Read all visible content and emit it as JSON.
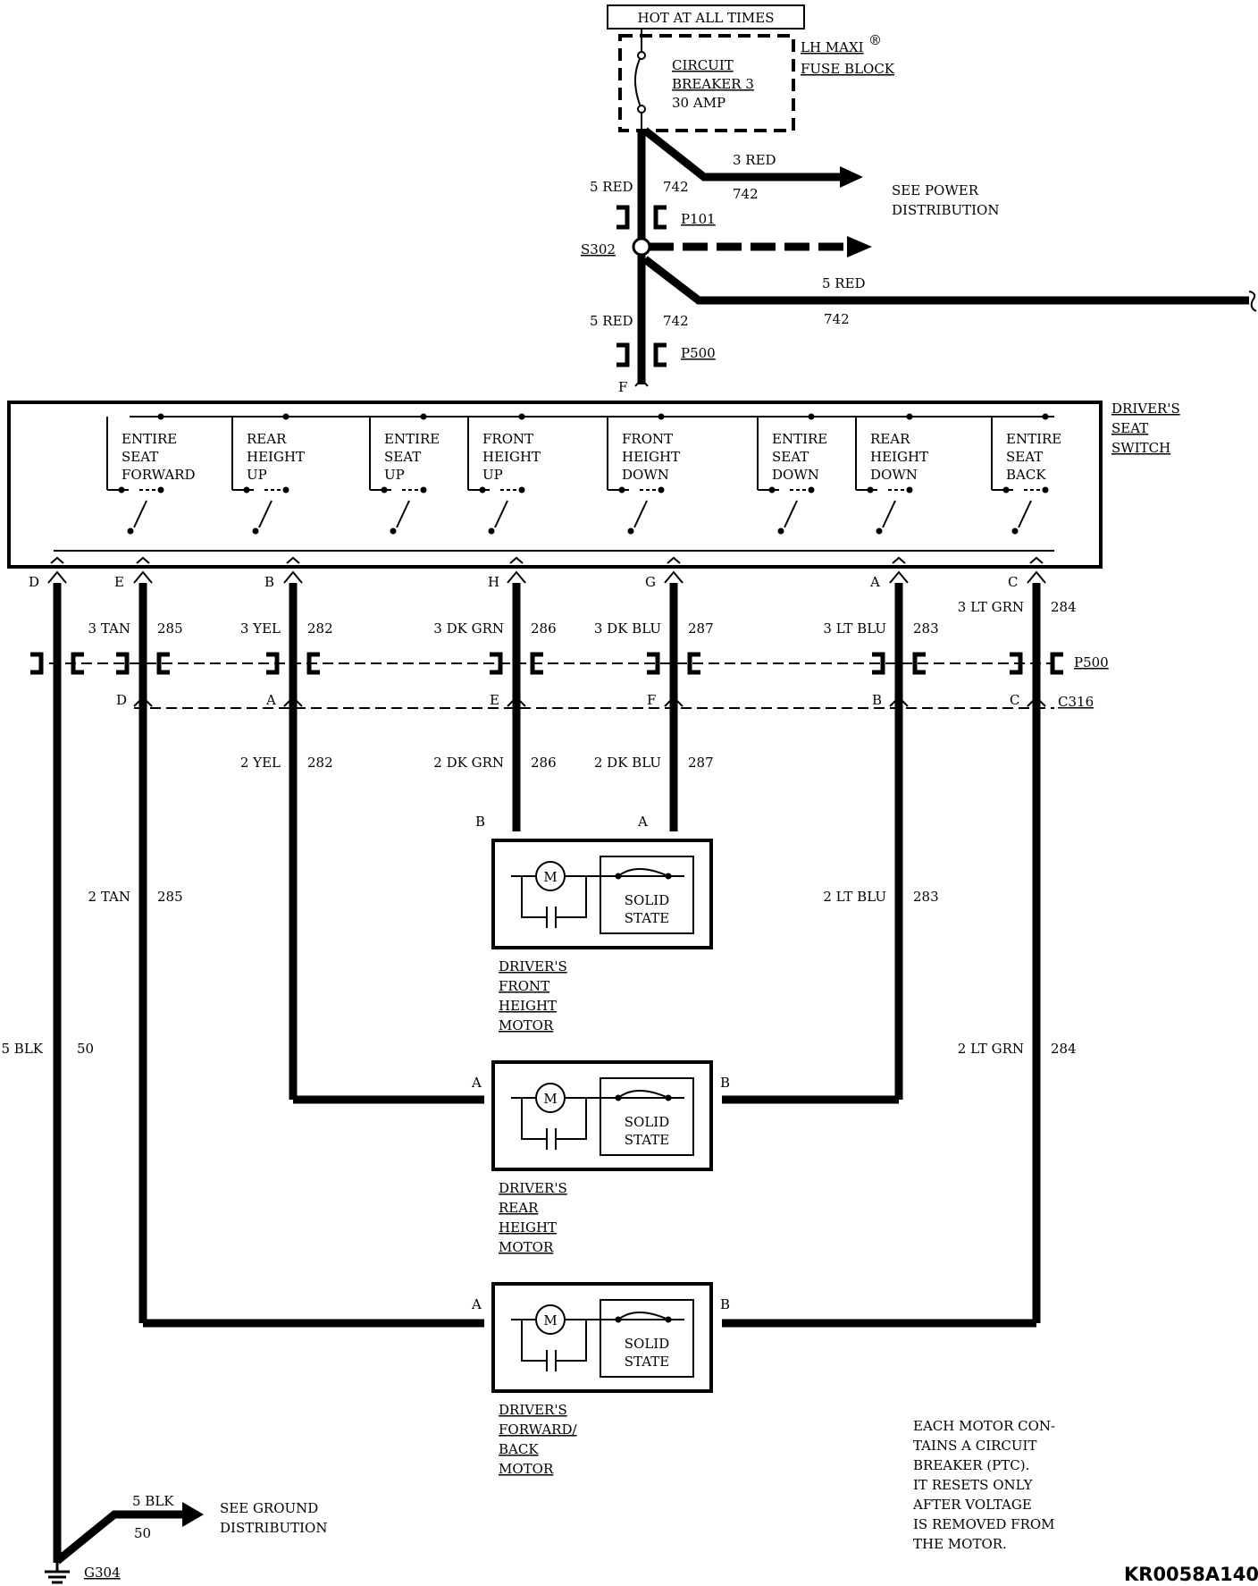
{
  "header": {
    "hot_at_all_times": "HOT AT ALL TIMES",
    "fuse_block_line1": "LH MAXI",
    "fuse_block_reg": "®",
    "fuse_block_line2": "FUSE BLOCK",
    "breaker_line1": "CIRCUIT",
    "breaker_line2": "BREAKER 3",
    "breaker_line3": "30 AMP"
  },
  "feed": {
    "wire_3red": "3 RED",
    "ckt_742": "742",
    "see_power_1": "SEE POWER",
    "see_power_2": "DISTRIBUTION",
    "wire_5red": "5 RED",
    "p101": "P101",
    "s302": "S302",
    "p500": "P500",
    "pin_f": "F"
  },
  "switch": {
    "title_1": "DRIVER'S",
    "title_2": "SEAT",
    "title_3": "SWITCH",
    "sections": [
      {
        "l1": "ENTIRE",
        "l2": "SEAT",
        "l3": "FORWARD"
      },
      {
        "l1": "REAR",
        "l2": "HEIGHT",
        "l3": "UP"
      },
      {
        "l1": "ENTIRE",
        "l2": "SEAT",
        "l3": "UP"
      },
      {
        "l1": "FRONT",
        "l2": "HEIGHT",
        "l3": "UP"
      },
      {
        "l1": "FRONT",
        "l2": "HEIGHT",
        "l3": "DOWN"
      },
      {
        "l1": "ENTIRE",
        "l2": "SEAT",
        "l3": "DOWN"
      },
      {
        "l1": "REAR",
        "l2": "HEIGHT",
        "l3": "DOWN"
      },
      {
        "l1": "ENTIRE",
        "l2": "SEAT",
        "l3": "BACK"
      }
    ]
  },
  "switch_pins": [
    "D",
    "E",
    "B",
    "H",
    "G",
    "A",
    "C"
  ],
  "upper_wires": [
    {
      "color": "3 TAN",
      "ckt": "285"
    },
    {
      "color": "3 YEL",
      "ckt": "282"
    },
    {
      "color": "3 DK GRN",
      "ckt": "286"
    },
    {
      "color": "3 DK BLU",
      "ckt": "287"
    },
    {
      "color": "3 LT BLU",
      "ckt": "283"
    },
    {
      "color": "3 LT GRN",
      "ckt": "284"
    }
  ],
  "connector_p500": "P500",
  "c316_pins": [
    "D",
    "A",
    "E",
    "F",
    "B",
    "C"
  ],
  "connector_c316": "C316",
  "lower_wires": [
    {
      "color": "2 YEL",
      "ckt": "282"
    },
    {
      "color": "2 DK GRN",
      "ckt": "286"
    },
    {
      "color": "2 DK BLU",
      "ckt": "287"
    },
    {
      "color": "2 TAN",
      "ckt": "285"
    },
    {
      "color": "2 LT BLU",
      "ckt": "283"
    },
    {
      "color": "2 LT GRN",
      "ckt": "284"
    }
  ],
  "ground_wire": {
    "color": "5 BLK",
    "ckt": "50"
  },
  "motors": [
    {
      "l1": "DRIVER'S",
      "l2": "FRONT",
      "l3": "HEIGHT",
      "l4": "MOTOR",
      "pin_left": "B",
      "pin_right": "A"
    },
    {
      "l1": "DRIVER'S",
      "l2": "REAR",
      "l3": "HEIGHT",
      "l4": "MOTOR",
      "pin_left": "A",
      "pin_right": "B"
    },
    {
      "l1": "DRIVER'S",
      "l2": "FORWARD/",
      "l3": "BACK",
      "l4": "MOTOR",
      "pin_left": "A",
      "pin_right": "B"
    }
  ],
  "motor_symbol": "M",
  "solid_state_1": "SOLID",
  "solid_state_2": "STATE",
  "ground": {
    "see_ground_1": "SEE GROUND",
    "see_ground_2": "DISTRIBUTION",
    "g_label": "G304"
  },
  "note": [
    "EACH MOTOR CON-",
    "TAINS A CIRCUIT",
    "BREAKER (PTC).",
    "IT RESETS ONLY",
    "AFTER VOLTAGE",
    "IS REMOVED FROM",
    "THE MOTOR."
  ],
  "figure_code": "KR0058A140"
}
